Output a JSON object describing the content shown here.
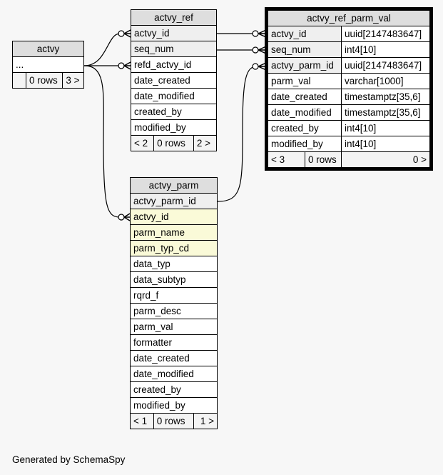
{
  "tables": {
    "actvy": {
      "name": "actvy",
      "rows": [
        "..."
      ],
      "footer": [
        "",
        "0 rows",
        "3 >"
      ]
    },
    "actvy_ref": {
      "name": "actvy_ref",
      "rows": [
        "actvy_id",
        "seq_num",
        "refd_actvy_id",
        "date_created",
        "date_modified",
        "created_by",
        "modified_by"
      ],
      "footer": [
        "< 2",
        "0 rows",
        "2 >"
      ]
    },
    "actvy_ref_parm_val": {
      "name": "actvy_ref_parm_val",
      "rows": [
        {
          "col": "actvy_id",
          "type": "uuid[2147483647]"
        },
        {
          "col": "seq_num",
          "type": "int4[10]"
        },
        {
          "col": "actvy_parm_id",
          "type": "uuid[2147483647]"
        },
        {
          "col": "parm_val",
          "type": "varchar[1000]"
        },
        {
          "col": "date_created",
          "type": "timestamptz[35,6]"
        },
        {
          "col": "date_modified",
          "type": "timestamptz[35,6]"
        },
        {
          "col": "created_by",
          "type": "int4[10]"
        },
        {
          "col": "modified_by",
          "type": "int4[10]"
        }
      ],
      "footer": [
        "< 3",
        "0 rows",
        "0 >"
      ]
    },
    "actvy_parm": {
      "name": "actvy_parm",
      "rows": [
        "actvy_parm_id",
        "actvy_id",
        "parm_name",
        "parm_typ_cd",
        "data_typ",
        "data_subtyp",
        "rqrd_f",
        "parm_desc",
        "parm_val",
        "formatter",
        "date_created",
        "date_modified",
        "created_by",
        "modified_by"
      ],
      "footer": [
        "< 1",
        "0 rows",
        "1 >"
      ]
    }
  },
  "footer_text": "Generated by SchemaSpy"
}
